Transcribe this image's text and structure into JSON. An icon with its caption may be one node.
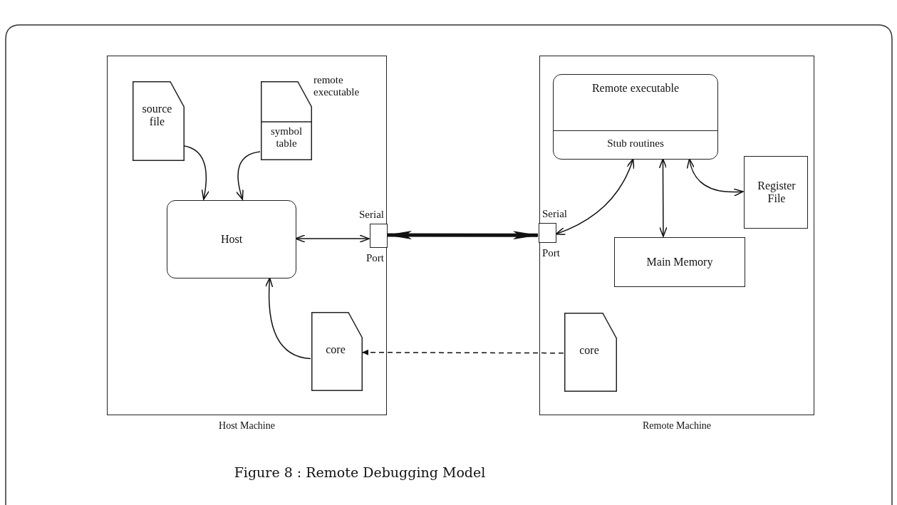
{
  "diagram": {
    "caption": "Figure 8 : Remote Debugging Model",
    "nodes": [
      {
        "text": [
          "Host Machine"
        ]
      },
      {
        "text": [
          "source file"
        ],
        "in": 0
      },
      {
        "text": [
          "remote executable",
          "symbol table"
        ],
        "in": 0
      },
      {
        "text": [
          "Host"
        ],
        "in": 0
      },
      {
        "text": [
          "Serial",
          "Port"
        ],
        "in": 0
      },
      {
        "text": [
          "core"
        ],
        "in": 0
      },
      {
        "text": [
          "Remote Machine"
        ]
      },
      {
        "text": [
          "Remote executable",
          "Stub routines"
        ],
        "in": 6
      },
      {
        "text": [
          "Serial",
          "Port"
        ],
        "in": 6
      },
      {
        "text": [
          "Register File"
        ],
        "in": 6
      },
      {
        "text": [
          "Main Memory"
        ],
        "in": 6
      },
      {
        "text": [
          "core"
        ],
        "in": 6
      }
    ],
    "edges": [
      {
        "from": 1,
        "to": 3,
        "arrow": "to"
      },
      {
        "from": 2,
        "to": 3,
        "arrow": "to"
      },
      {
        "from": 3,
        "to": 4,
        "arrow": "both"
      },
      {
        "from": 4,
        "to": 8,
        "arrow": "both",
        "style": "thick"
      },
      {
        "from": 8,
        "to": 7,
        "arrow": "both"
      },
      {
        "from": 7,
        "to": 10,
        "arrow": "both"
      },
      {
        "from": 7,
        "to": 9,
        "arrow": "both"
      },
      {
        "from": 5,
        "to": 3,
        "arrow": "to"
      },
      {
        "from": 11,
        "to": 5,
        "arrow": "to",
        "style": "dashed"
      }
    ]
  }
}
